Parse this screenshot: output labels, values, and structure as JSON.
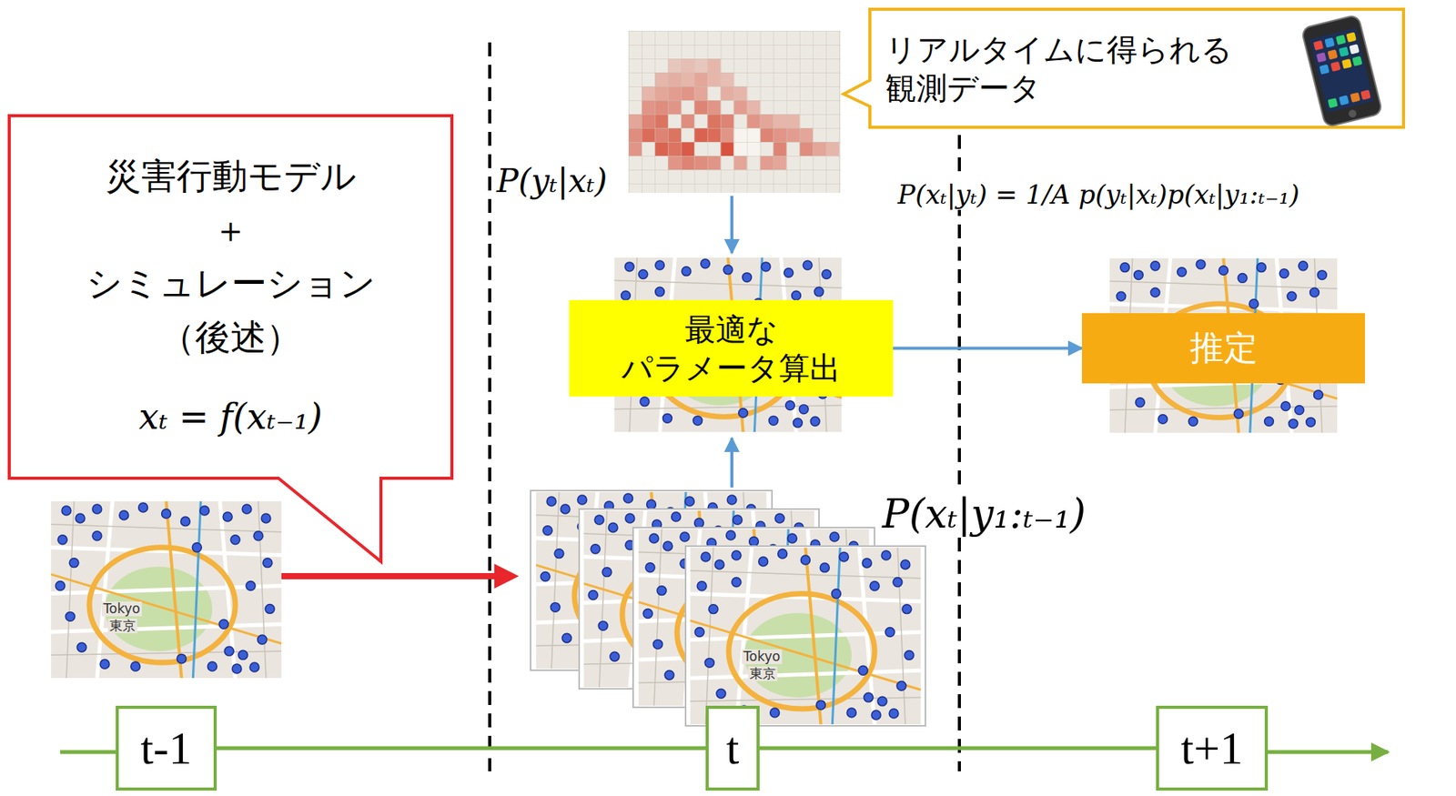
{
  "diagram": {
    "nodes": [
      {
        "text": [
          "災害行動モデル",
          "＋",
          "シミュレーション",
          "（後述）",
          "xₜ = f(xₜ₋₁)"
        ]
      },
      {
        "text": [
          "リアルタイムに得られる 観測データ"
        ]
      },
      {
        "text": [
          "最適な パラメータ算出"
        ]
      },
      {
        "text": [
          "推定"
        ]
      },
      {
        "text": [
          "t-1"
        ]
      },
      {
        "text": [
          "t"
        ]
      },
      {
        "text": [
          "t+1"
        ]
      }
    ],
    "edges": [
      {
        "from": 2,
        "to": 3,
        "arrow": "to"
      },
      {
        "from": 4,
        "to": 5,
        "arrow": "none"
      },
      {
        "from": 5,
        "to": 6,
        "arrow": "none"
      }
    ],
    "labels": [
      "P(yₜ|xₜ)",
      "P(xₜ|yₜ) = 1/A p(yₜ|xₜ)p(xₜ|y₁:ₜ₋₁)",
      "P(xₜ|y₁:ₜ₋₁)",
      "Tokyo",
      "東京",
      "Tokyo",
      "東京"
    ]
  }
}
